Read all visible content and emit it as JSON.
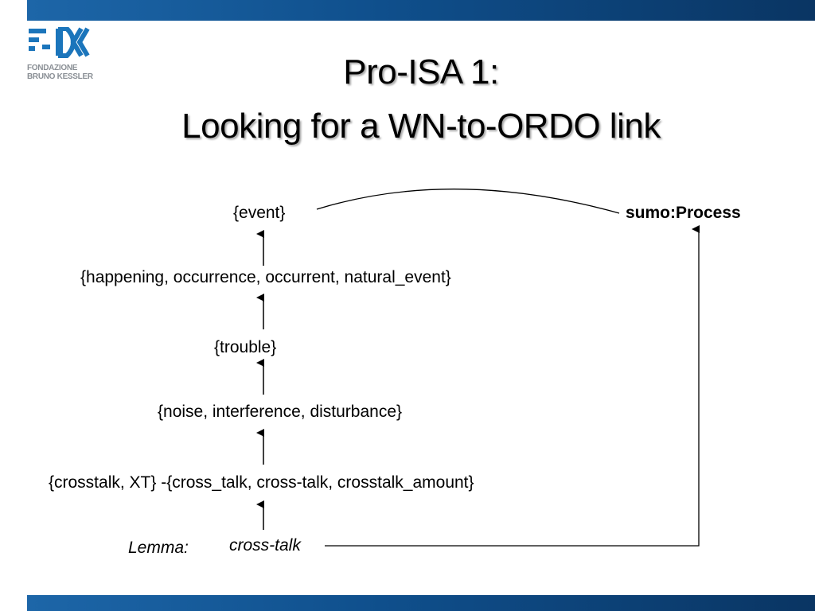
{
  "logo": {
    "icon": "fbk-logo-icon",
    "line1": "FONDAZIONE",
    "line2": "BRUNO KESSLER"
  },
  "title": {
    "line1": "Pro-ISA 1:",
    "line2": "Looking for a WN-to-ORDO link"
  },
  "diagram": {
    "synsets": [
      "{event}",
      "{happening, occurrence, occurrent, natural_event}",
      "{trouble}",
      "{noise, interference, disturbance}",
      "{crosstalk, XT} -{cross_talk, cross-talk, crosstalk_amount}"
    ],
    "lemma_label": "Lemma:",
    "lemma_value": "cross-talk",
    "sumo_concept": "sumo:Process"
  },
  "colors": {
    "bar": "#0f4f8c",
    "logo_blue": "#1b75bb",
    "logo_gray": "#8a8f95"
  }
}
